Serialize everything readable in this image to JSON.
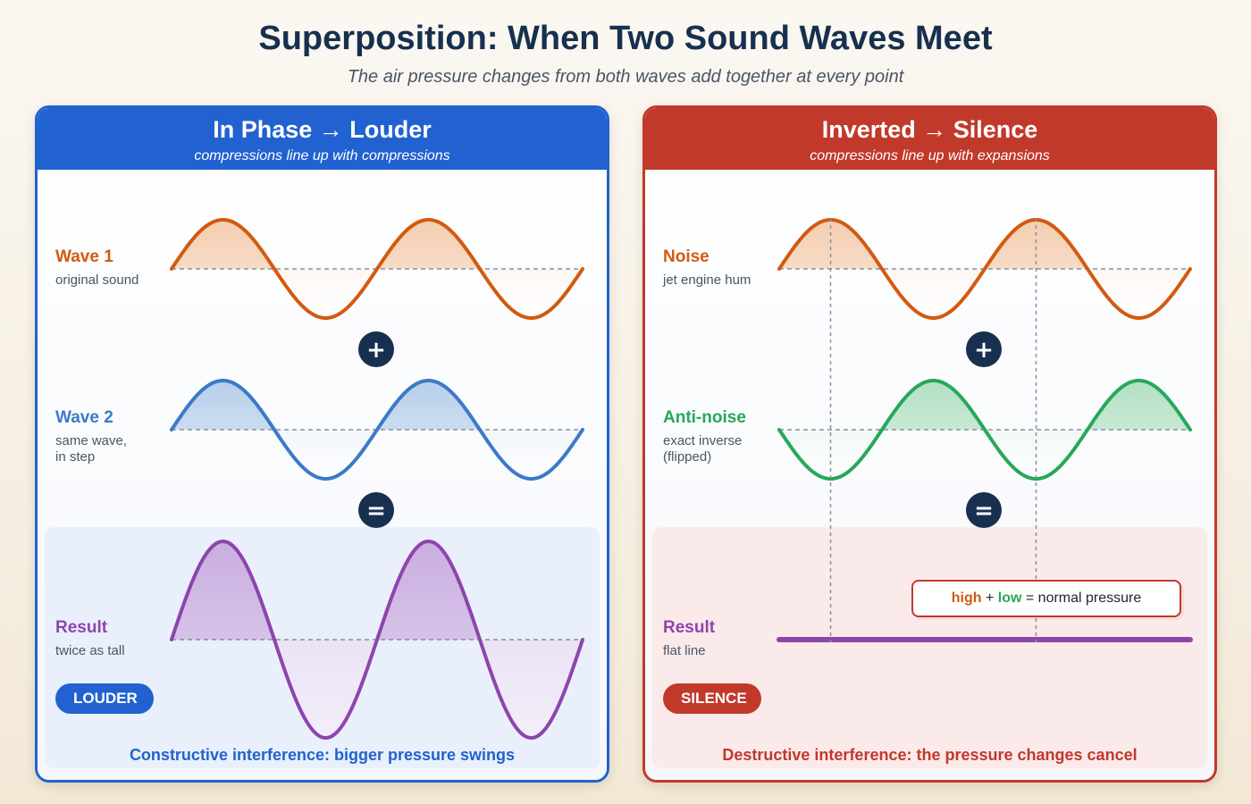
{
  "page": {
    "title": "Superposition: When Two Sound Waves Meet",
    "subtitle": "The air pressure changes from both waves add together at every point"
  },
  "colors": {
    "constructive_accent": "#2262d0",
    "destructive_accent": "#c1392b",
    "wave_orange": "#d25a10",
    "wave_blue": "#3b7ac8",
    "wave_green": "#27a85a",
    "wave_purple": "#8e44ad",
    "operator_bg": "#17304f"
  },
  "left_panel": {
    "title": "In Phase → Louder",
    "subtitle": "compressions line up with compressions",
    "wave1": {
      "label": "Wave 1",
      "desc": "original sound",
      "amplitude": 1,
      "phase": "normal"
    },
    "wave2": {
      "label": "Wave 2",
      "desc_line1": "same wave,",
      "desc_line2": "in step",
      "amplitude": 1,
      "phase": "normal"
    },
    "plus": "+",
    "equals": "=",
    "result": {
      "label": "Result",
      "desc": "twice as tall",
      "amplitude": 2,
      "badge": "LOUDER"
    },
    "footer": "Constructive interference: bigger pressure swings"
  },
  "right_panel": {
    "title": "Inverted → Silence",
    "subtitle": "compressions line up with expansions",
    "wave1": {
      "label": "Noise",
      "desc": "jet engine hum",
      "amplitude": 1,
      "phase": "normal"
    },
    "wave2": {
      "label": "Anti-noise",
      "desc_line1": "exact inverse",
      "desc_line2": "(flipped)",
      "amplitude": 1,
      "phase": "inverted"
    },
    "plus": "+",
    "equals": "=",
    "result": {
      "label": "Result",
      "desc": "flat line",
      "amplitude": 0,
      "badge": "SILENCE"
    },
    "callout": {
      "high": "high",
      "plus": "+",
      "low": "low",
      "rest": "= normal pressure"
    },
    "footer": "Destructive interference: the pressure changes cancel"
  }
}
